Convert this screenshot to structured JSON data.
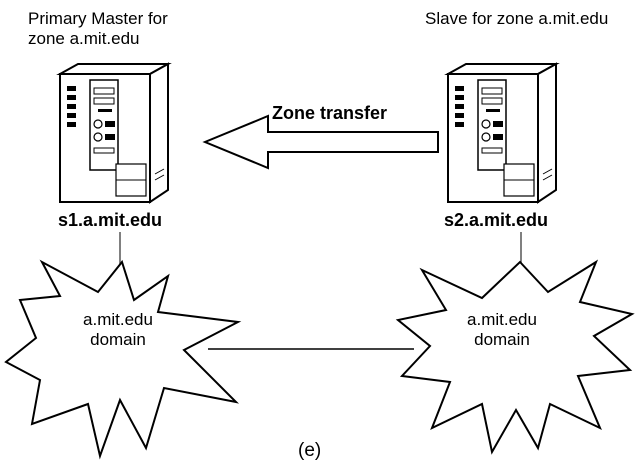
{
  "captions": {
    "primary": [
      "Primary Master for",
      "zone a.mit.edu"
    ],
    "slave": "Slave for zone a.mit.edu"
  },
  "arrow": {
    "label": "Zone transfer",
    "direction": "right-to-left"
  },
  "servers": {
    "s1": {
      "name": "s1.a.mit.edu",
      "icon": "server-tower-icon"
    },
    "s2": {
      "name": "s2.a.mit.edu",
      "icon": "server-tower-icon"
    }
  },
  "domains": {
    "left": [
      "a.mit.edu",
      "domain"
    ],
    "right": [
      "a.mit.edu",
      "domain"
    ]
  },
  "figure_label": "(e)",
  "colors": {
    "stroke": "#000000",
    "fill": "#ffffff"
  }
}
